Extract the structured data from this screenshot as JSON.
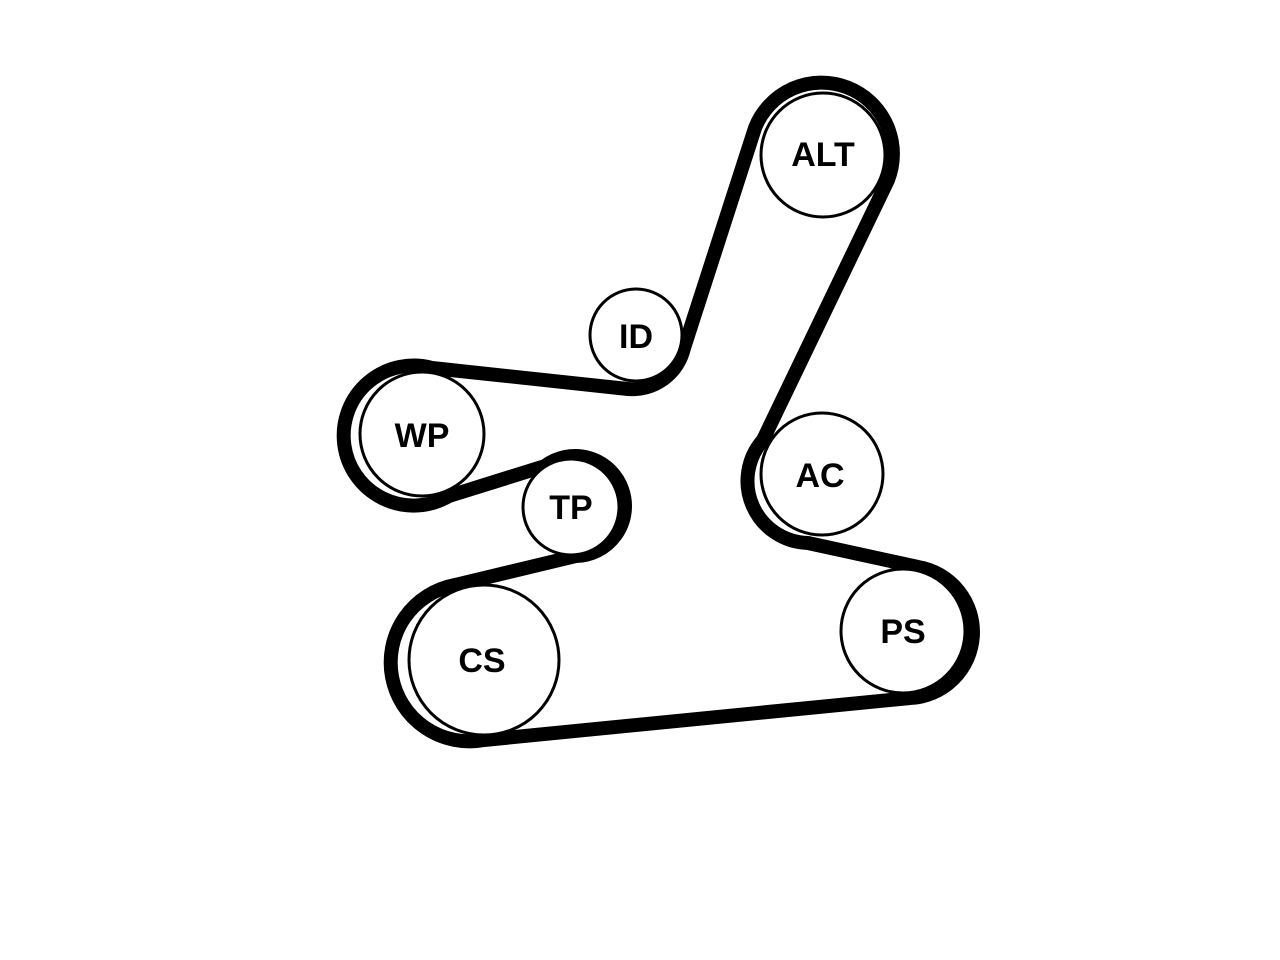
{
  "diagram": {
    "belt": {
      "color": "#000000"
    },
    "pulleys": {
      "alt": {
        "label": "ALT"
      },
      "id": {
        "label": "ID"
      },
      "wp": {
        "label": "WP"
      },
      "tp": {
        "label": "TP"
      },
      "ac": {
        "label": "AC"
      },
      "cs": {
        "label": "CS"
      },
      "ps": {
        "label": "PS"
      }
    }
  }
}
